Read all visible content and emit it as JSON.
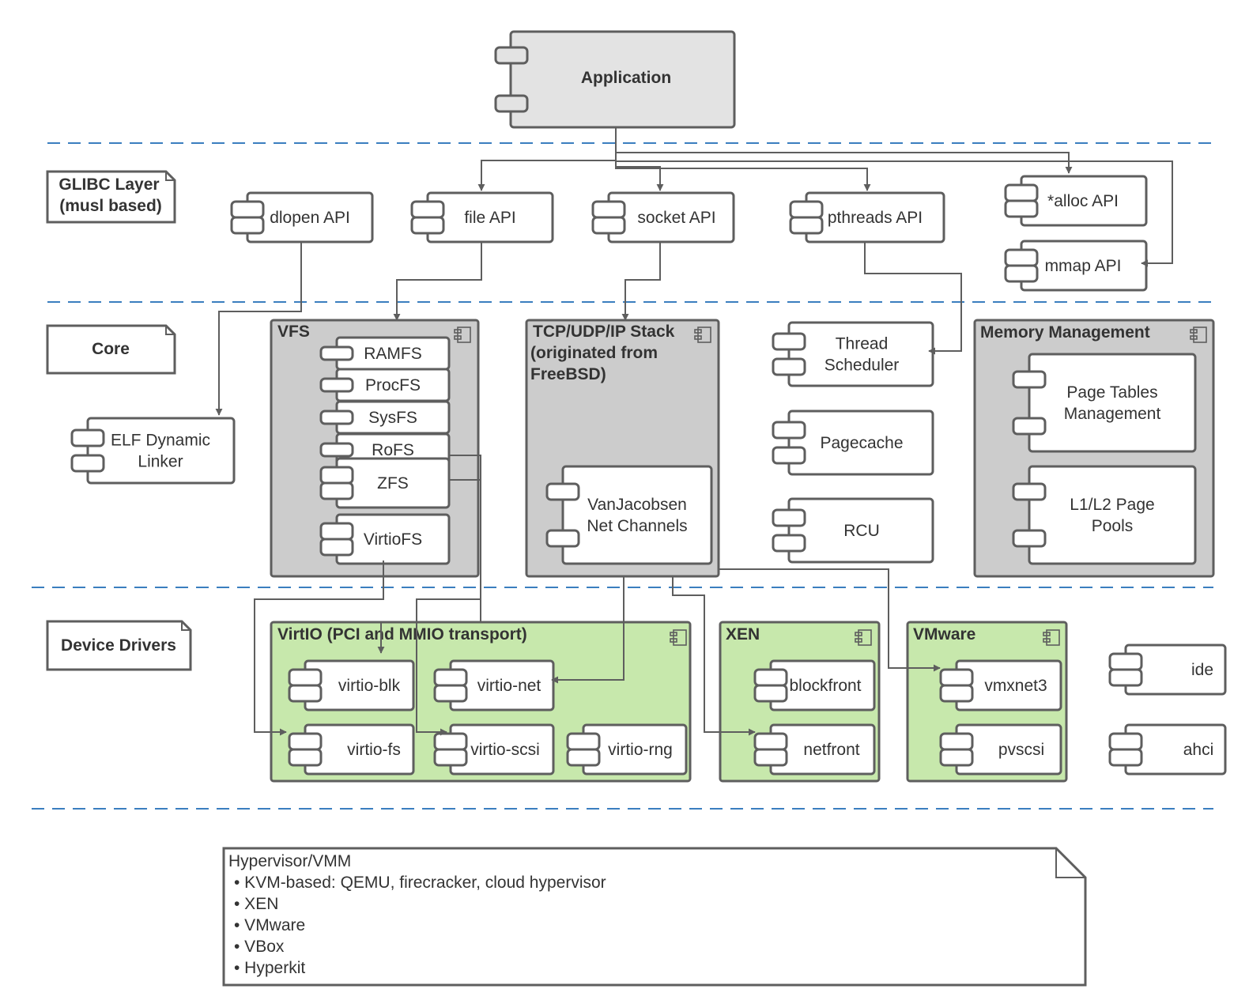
{
  "layers": {
    "glibc": "GLIBC Layer",
    "glibc_sub": "(musl based)",
    "core": "Core",
    "drivers": "Device Drivers"
  },
  "application": "Application",
  "apis": {
    "dlopen": "dlopen API",
    "file": "file API",
    "socket": "socket API",
    "pthreads": "pthreads API",
    "alloc": "*alloc API",
    "mmap": "mmap API"
  },
  "core": {
    "elf_line1": "ELF Dynamic",
    "elf_line2": "Linker",
    "vfs": {
      "title": "VFS",
      "items": [
        "RAMFS",
        "ProcFS",
        "SysFS",
        "RoFS",
        "ZFS",
        "VirtioFS"
      ]
    },
    "tcp": {
      "title_line1": "TCP/UDP/IP Stack",
      "title_line2": "(originated from",
      "title_line3": "FreeBSD)",
      "van_line1": "VanJacobsen",
      "van_line2": "Net Channels"
    },
    "thread_line1": "Thread",
    "thread_line2": "Scheduler",
    "pagecache": "Pagecache",
    "rcu": "RCU",
    "mem": {
      "title": "Memory Management",
      "pt_line1": "Page Tables",
      "pt_line2": "Management",
      "pool_line1": "L1/L2 Page",
      "pool_line2": "Pools"
    }
  },
  "drivers": {
    "virtio": {
      "title": "VirtIO (PCI and MMIO transport)",
      "blk": "virtio-blk",
      "net": "virtio-net",
      "fs": "virtio-fs",
      "scsi": "virtio-scsi",
      "rng": "virtio-rng"
    },
    "xen": {
      "title": "XEN",
      "blockfront": "blockfront",
      "netfront": "netfront"
    },
    "vmware": {
      "title": "VMware",
      "vmxnet3": "vmxnet3",
      "pvscsi": "pvscsi"
    },
    "ide": "ide",
    "ahci": "ahci"
  },
  "hypervisor": {
    "title": "Hypervisor/VMM",
    "items": [
      "• KVM-based: QEMU, firecracker, cloud hypervisor",
      "• XEN",
      "• VMware",
      "• VBox",
      "• Hyperkit"
    ]
  },
  "colors": {
    "stroke": "#5e5e5e",
    "container_gray": "#cccccc",
    "app_fill": "#e3e3e3",
    "green": "#c7e8ac",
    "dash_line": "#3a7ebf"
  }
}
